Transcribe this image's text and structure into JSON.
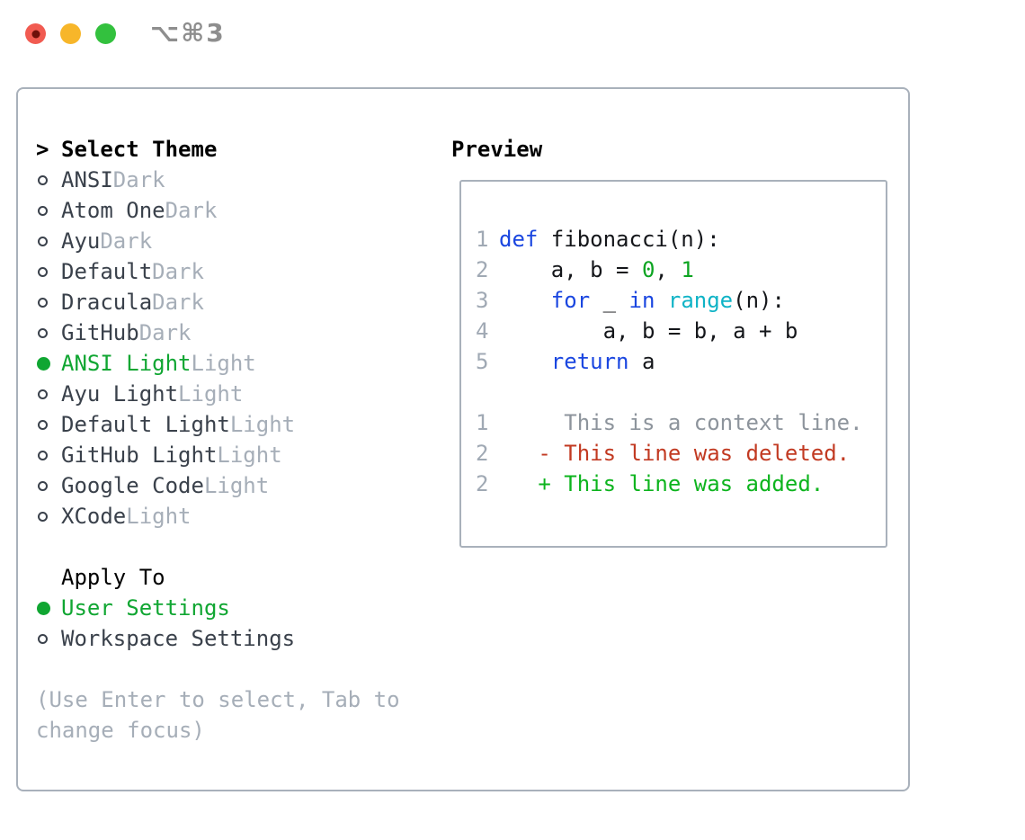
{
  "window": {
    "title": "⌥⌘3"
  },
  "left": {
    "prompt": ">",
    "title": "Select Theme",
    "themes": [
      {
        "name": "ANSI",
        "variant": "Dark",
        "selected": false
      },
      {
        "name": "Atom One",
        "variant": "Dark",
        "selected": false
      },
      {
        "name": "Ayu",
        "variant": "Dark",
        "selected": false
      },
      {
        "name": "Default",
        "variant": "Dark",
        "selected": false
      },
      {
        "name": "Dracula",
        "variant": "Dark",
        "selected": false
      },
      {
        "name": "GitHub",
        "variant": "Dark",
        "selected": false
      },
      {
        "name": "ANSI Light",
        "variant": "Light",
        "selected": true
      },
      {
        "name": "Ayu Light",
        "variant": "Light",
        "selected": false
      },
      {
        "name": "Default Light",
        "variant": "Light",
        "selected": false
      },
      {
        "name": "GitHub Light",
        "variant": "Light",
        "selected": false
      },
      {
        "name": "Google Code",
        "variant": "Light",
        "selected": false
      },
      {
        "name": "XCode",
        "variant": "Light",
        "selected": false
      }
    ],
    "apply_to": {
      "label": "Apply To",
      "options": [
        {
          "label": "User Settings",
          "selected": true
        },
        {
          "label": "Workspace Settings",
          "selected": false
        }
      ]
    },
    "hint": "(Use Enter to select, Tab to change focus)"
  },
  "preview": {
    "title": "Preview",
    "code_lines": [
      {
        "num": "1",
        "tokens": [
          [
            "def",
            "kw"
          ],
          [
            " fibonacci(n):",
            "pl"
          ]
        ]
      },
      {
        "num": "2",
        "tokens": [
          [
            "    a, b = ",
            "pl"
          ],
          [
            "0",
            "num"
          ],
          [
            ", ",
            "pl"
          ],
          [
            "1",
            "num"
          ]
        ]
      },
      {
        "num": "3",
        "tokens": [
          [
            "    ",
            "pl"
          ],
          [
            "for",
            "kw"
          ],
          [
            " _ ",
            "pl"
          ],
          [
            "in",
            "kw"
          ],
          [
            " ",
            "pl"
          ],
          [
            "range",
            "fn"
          ],
          [
            "(n):",
            "pl"
          ]
        ]
      },
      {
        "num": "4",
        "tokens": [
          [
            "        a, b = b, a + b",
            "pl"
          ]
        ]
      },
      {
        "num": "5",
        "tokens": [
          [
            "    ",
            "pl"
          ],
          [
            "return",
            "kw"
          ],
          [
            " a",
            "pl"
          ]
        ]
      },
      {
        "num": "",
        "tokens": []
      },
      {
        "num": "1",
        "tokens": [
          [
            "     This is a context line.",
            "ctx"
          ]
        ]
      },
      {
        "num": "2",
        "tokens": [
          [
            "   - This line was deleted.",
            "del"
          ]
        ]
      },
      {
        "num": "2",
        "tokens": [
          [
            "   + This line was added.",
            "add"
          ]
        ]
      }
    ]
  },
  "colors": {
    "sel-green": "#10a632",
    "kw-blue": "#1a46e0",
    "fn-cyan": "#0fb3c6",
    "num-green": "#0ca421",
    "del-red": "#c23a22",
    "add-green": "#0db41e",
    "ctx-gray": "#8d949c",
    "linenum": "#a0a9b4",
    "muted": "#a6aeb8",
    "ink": "#3a414b",
    "border": "#a9b1bb",
    "title-gray": "#8e8e8e",
    "tl-red": "#f15b51",
    "tl-red-dot": "#6e100a",
    "tl-yellow": "#f7b62a",
    "tl-green": "#33c13e"
  }
}
